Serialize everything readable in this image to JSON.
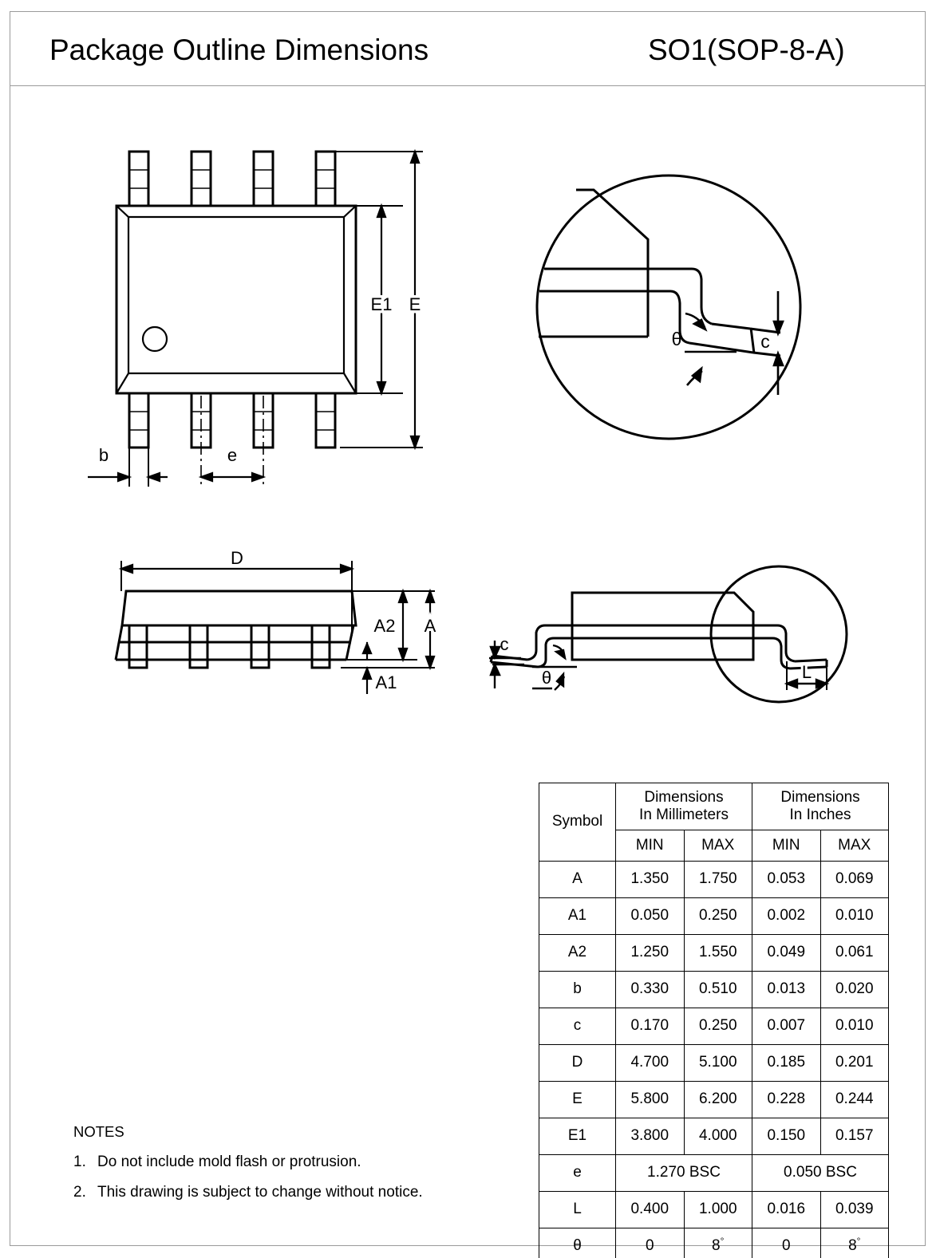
{
  "header": {
    "title": "Package Outline Dimensions",
    "package_code": "SO1(SOP-8-A)"
  },
  "drawings": {
    "top_view": {
      "labels": {
        "E1": "E1",
        "E": "E",
        "b": "b",
        "e": "e"
      }
    },
    "lead_detail": {
      "labels": {
        "theta": "θ",
        "c": "c"
      }
    },
    "side_view": {
      "labels": {
        "D": "D",
        "A2": "A2",
        "A": "A",
        "A1": "A1"
      }
    },
    "front_view": {
      "labels": {
        "c": "c",
        "theta": "θ",
        "L": "L"
      }
    }
  },
  "notes": {
    "heading": "NOTES",
    "items": [
      {
        "num": "1.",
        "text": "Do not include mold flash or protrusion."
      },
      {
        "num": "2.",
        "text": "This drawing is subject to change without notice."
      }
    ]
  },
  "table": {
    "header": {
      "symbol": "Symbol",
      "mm_line1": "Dimensions",
      "mm_line2": "In Millimeters",
      "in_line1": "Dimensions",
      "in_line2": "In Inches",
      "mm_min": "MIN",
      "mm_max": "MAX",
      "in_min": "MIN",
      "in_max": "MAX"
    },
    "rows": [
      {
        "symbol": "A",
        "mm_min": "1.350",
        "mm_max": "1.750",
        "in_min": "0.053",
        "in_max": "0.069"
      },
      {
        "symbol": "A1",
        "mm_min": "0.050",
        "mm_max": "0.250",
        "in_min": "0.002",
        "in_max": "0.010"
      },
      {
        "symbol": "A2",
        "mm_min": "1.250",
        "mm_max": "1.550",
        "in_min": "0.049",
        "in_max": "0.061"
      },
      {
        "symbol": "b",
        "mm_min": "0.330",
        "mm_max": "0.510",
        "in_min": "0.013",
        "in_max": "0.020"
      },
      {
        "symbol": "c",
        "mm_min": "0.170",
        "mm_max": "0.250",
        "in_min": "0.007",
        "in_max": "0.010"
      },
      {
        "symbol": "D",
        "mm_min": "4.700",
        "mm_max": "5.100",
        "in_min": "0.185",
        "in_max": "0.201"
      },
      {
        "symbol": "E",
        "mm_min": "5.800",
        "mm_max": "6.200",
        "in_min": "0.228",
        "in_max": "0.244"
      },
      {
        "symbol": "E1",
        "mm_min": "3.800",
        "mm_max": "4.000",
        "in_min": "0.150",
        "in_max": "0.157"
      }
    ],
    "row_e": {
      "symbol": "e",
      "mm": "1.270 BSC",
      "in": "0.050 BSC"
    },
    "row_L": {
      "symbol": "L",
      "mm_min": "0.400",
      "mm_max": "1.000",
      "in_min": "0.016",
      "in_max": "0.039"
    },
    "row_theta": {
      "symbol": "θ",
      "mm_min": "0",
      "mm_max": "8",
      "in_min": "0",
      "in_max": "8",
      "degree": "°"
    }
  },
  "colors": {
    "line": "#000000",
    "frame": "#9a9a9a",
    "background": "#ffffff"
  }
}
